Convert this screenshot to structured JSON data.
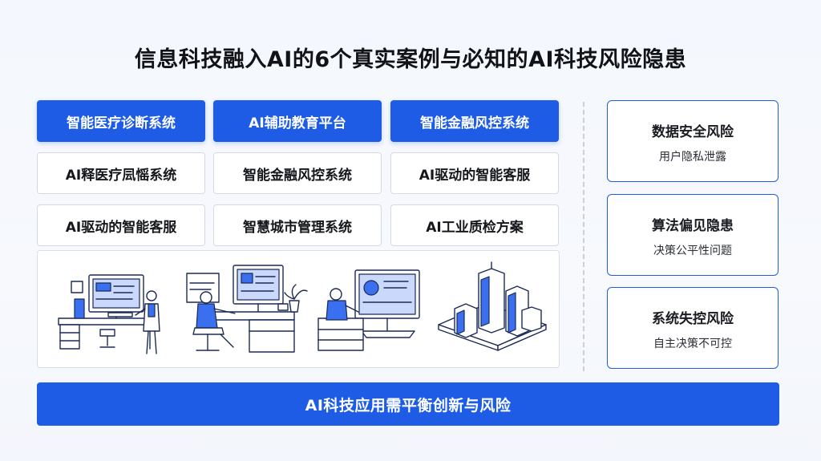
{
  "title": "信息科技融入AI的6个真实案例与必知的AI科技风险隐患",
  "header_row": [
    "智能医疗诊断系统",
    "AI辅助教育平台",
    "智能金融风控系统"
  ],
  "row2": [
    "AI释医疗凨愮系统",
    "智能金融风控系统",
    "AI驱动的智能客服"
  ],
  "row3": [
    "AI驱动的智能客服",
    "智慧城市管理系统",
    "AI工业质检方案"
  ],
  "risks": [
    {
      "title": "数据安全风险",
      "desc": "用户隐私泄露"
    },
    {
      "title": "算法偏见隐患",
      "desc": "决策公平性问题"
    },
    {
      "title": "系统失控风险",
      "desc": "自主决策不可控"
    }
  ],
  "footer": "AI科技应用需平衡创新与风险",
  "colors": {
    "accent": "#1e5ce6",
    "line": "#1b2a55"
  }
}
